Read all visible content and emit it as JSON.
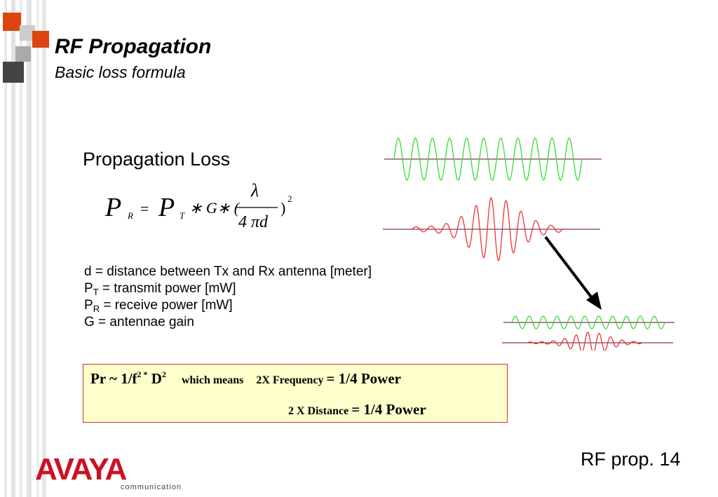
{
  "slide": {
    "title": "RF Propagation",
    "subtitle": "Basic loss formula",
    "section_heading": "Propagation Loss",
    "page_label": "RF prop. 14"
  },
  "formula": {
    "lhs_symbol": "P",
    "lhs_sub": "R",
    "equals": "=",
    "rhs_symbol": "P",
    "rhs_sub": "T",
    "gain_term": "∗ G∗ (",
    "numerator": "λ",
    "denominator": "4 πd",
    "close": ")",
    "exponent": "2"
  },
  "definitions": [
    {
      "symbol": "d",
      "sub": "",
      "text": " = distance between Tx and Rx antenna [meter]"
    },
    {
      "symbol": "P",
      "sub": "T",
      "text": " = transmit power [mW]"
    },
    {
      "symbol": "P",
      "sub": "R",
      "text": " = receive power  [mW]"
    },
    {
      "symbol": "G",
      "sub": "",
      "text": " = antennae gain"
    }
  ],
  "summary": {
    "pr_prefix": "Pr ~ 1/f",
    "pr_sup1": "2 *",
    "pr_d": " D",
    "pr_sup2": "2",
    "which_means": "which means",
    "freq_label": "2X Frequency",
    "freq_result": "= 1/4 Power",
    "dist_label": "2 X Distance",
    "dist_result": "= 1/4 Power"
  },
  "logo": {
    "brand": "AVAYA",
    "tagline": "communication"
  },
  "colors": {
    "green_wave": "#33dd33",
    "red_wave": "#ee3333",
    "axis_line": "#660033",
    "summary_bg": "#ffffcc",
    "summary_border": "#cc3333",
    "logo_red": "#cc1122",
    "square_orange": "#dd4411",
    "square_gray": "#999999",
    "square_dark": "#444444"
  }
}
